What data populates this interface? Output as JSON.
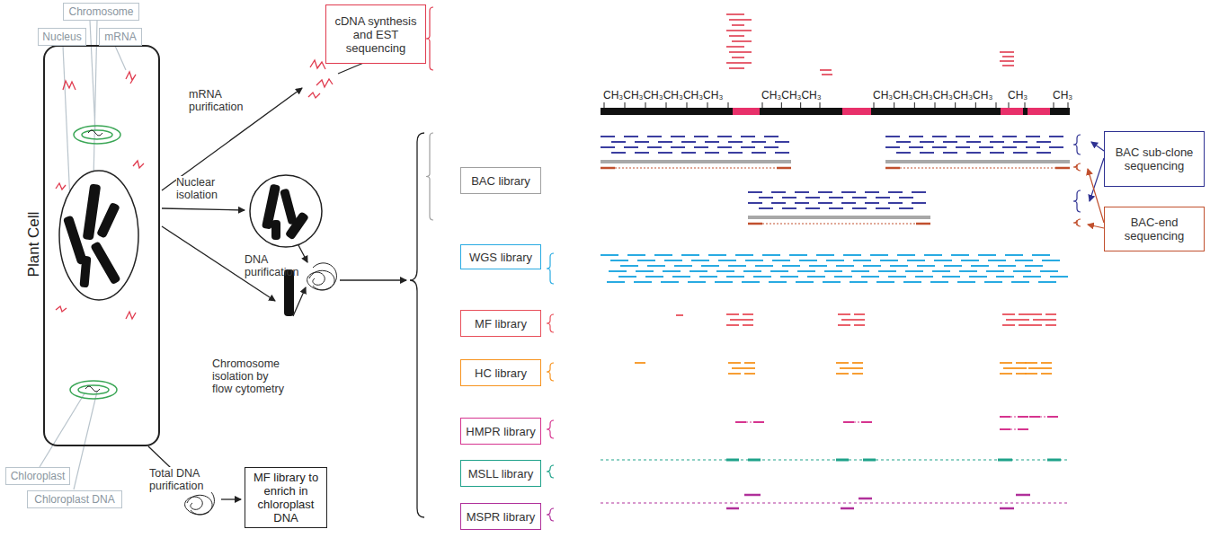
{
  "diagram": {
    "nodes": [
      {
        "text": [
          "Plant Cell"
        ]
      },
      {
        "text": [
          "Chromosome"
        ]
      },
      {
        "text": [
          "Nucleus"
        ]
      },
      {
        "text": [
          "mRNA"
        ]
      },
      {
        "text": [
          "Chloroplast"
        ]
      },
      {
        "text": [
          "Chloroplast DNA"
        ]
      },
      {
        "text": [
          "cDNA synthesis and EST sequencing"
        ]
      },
      {
        "text": [
          "BAC library"
        ]
      },
      {
        "text": [
          "WGS library"
        ]
      },
      {
        "text": [
          "MF library"
        ]
      },
      {
        "text": [
          "HC library"
        ]
      },
      {
        "text": [
          "HMPR library"
        ]
      },
      {
        "text": [
          "MSLL library"
        ]
      },
      {
        "text": [
          "MSPR library"
        ]
      },
      {
        "text": [
          "BAC sub-clone sequencing"
        ]
      },
      {
        "text": [
          "BAC-end sequencing"
        ]
      },
      {
        "text": [
          "MF library to enrich in chloroplast DNA"
        ]
      }
    ],
    "labels": [
      "mRNA purification",
      "Nuclear isolation",
      "DNA purification",
      "Chromosome isolation by flow cytometry",
      "Total DNA purification",
      "CH₃CH₃CH₃CH₃CH₃CH₃",
      "CH₃CH₃CH₃",
      "CH₃CH₃CH₃CH₃CH₃CH₃",
      "CH₃",
      "CH₃"
    ]
  }
}
